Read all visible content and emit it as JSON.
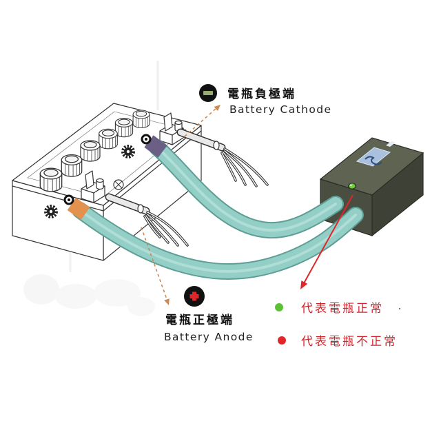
{
  "diagram": {
    "cathode_label": {
      "zh": "電瓶負極端",
      "en": "Battery Cathode",
      "icon": "minus-icon"
    },
    "anode_label": {
      "zh": "電瓶正極端",
      "en": "Battery Anode",
      "icon": "plus-icon"
    },
    "legend": [
      {
        "color": "#5cc234",
        "text": "代表電瓶正常"
      },
      {
        "color": "#e0262a",
        "text": "代表電瓶不正常"
      }
    ],
    "device": {
      "indicator_color": "#6ed13a"
    }
  },
  "colors": {
    "cable": "#93cfc6",
    "cable_outline": "#5e9e95",
    "cathode_sleeve": "#6b5f86",
    "anode_sleeve": "#e2914f",
    "pointer_arrow": "#c98a55",
    "indicator_arrow": "#e0262a",
    "legend_text": "#d4232b",
    "device_body": "#4a4e40"
  }
}
